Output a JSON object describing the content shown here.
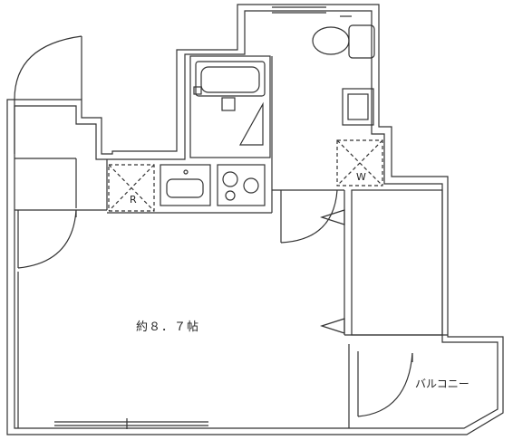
{
  "floor_plan": {
    "room_label": "約８．７帖",
    "balcony_label": "バルコニー",
    "fridge_label": "R",
    "washer_label": "W"
  }
}
